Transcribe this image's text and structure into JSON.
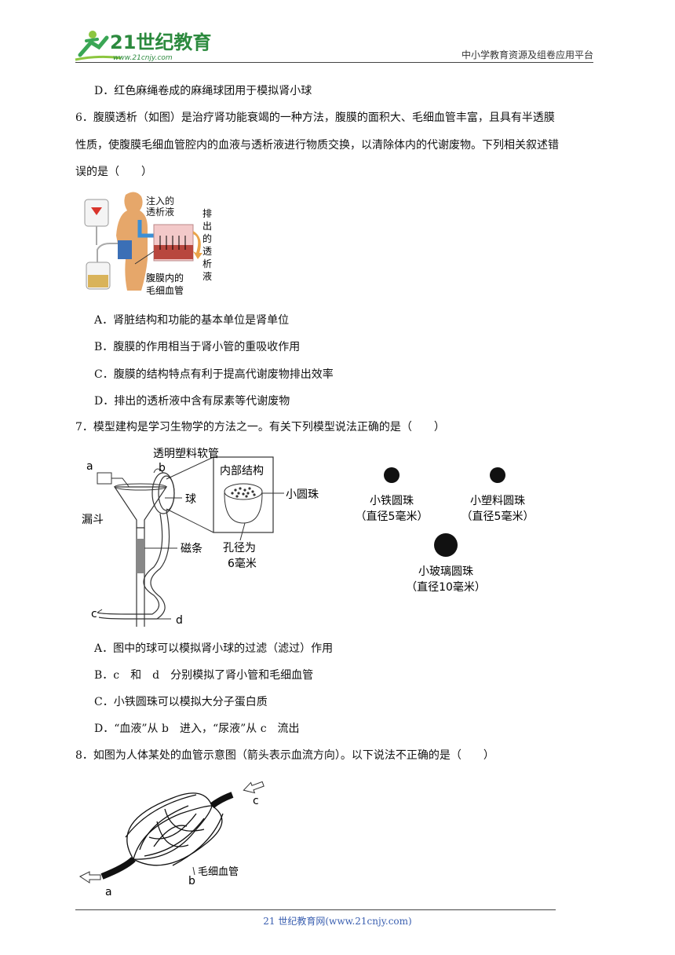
{
  "header": {
    "logo_text": "21世纪教育",
    "logo_url_text": "www.21cnjy.com",
    "platform": "中小学教育资源及组卷应用平台"
  },
  "q5": {
    "optD": "D．红色麻绳卷成的麻绳球团用于模拟肾小球"
  },
  "q6": {
    "stem_l1": "6．腹膜透析（如图）是治疗肾功能衰竭的一种方法，腹膜的面积大、毛细血管丰富，且具有半透膜",
    "stem_l2": "性质，使腹膜毛细血管腔内的血液与透析液进行物质交换，以清除体内的代谢废物。下列相关叙述错",
    "stem_l3": "误的是（　　）",
    "fig": {
      "injected_1": "注入的",
      "injected_2": "透析液",
      "discharged": [
        "排",
        "出",
        "的",
        "透",
        "析",
        "液"
      ],
      "capillary_1": "腹膜内的",
      "capillary_2": "毛细血管"
    },
    "optA": "A．肾脏结构和功能的基本单位是肾单位",
    "optB": "B．腹膜的作用相当于肾小管的重吸收作用",
    "optC": "C．腹膜的结构特点有利于提高代谢废物排出效率",
    "optD": "D．排出的透析液中含有尿素等代谢废物"
  },
  "q7": {
    "stem": "7．模型建构是学习生物学的方法之一。有关下列模型说法正确的是（　　）",
    "fig": {
      "tube": "透明塑料软管",
      "a": "a",
      "b": "b",
      "c": "c",
      "d": "d",
      "inner": "内部结构",
      "ball": "球",
      "small_bead": "小圆珠",
      "funnel": "漏斗",
      "magnet": "磁条",
      "pore_1": "孔径为",
      "pore_2": "6毫米",
      "iron_1": "小铁圆珠",
      "iron_2": "（直径5毫米）",
      "plastic_1": "小塑料圆珠",
      "plastic_2": "（直径5毫米）",
      "glass_1": "小玻璃圆珠",
      "glass_2": "（直径10毫米）"
    },
    "optA": "A．图中的球可以模拟肾小球的过滤（滤过）作用",
    "optB": "B．c　和　d　分别模拟了肾小管和毛细血管",
    "optC": "C．小铁圆珠可以模拟大分子蛋白质",
    "optD": "D．“血液”从 b　进入，“尿液”从 c　流出"
  },
  "q8": {
    "stem": "8．如图为人体某处的血管示意图（箭头表示血流方向）。以下说法不正确的是（　　）",
    "fig": {
      "a": "a",
      "b": "b",
      "c": "c",
      "capillary": "毛细血管"
    }
  },
  "footer": {
    "text": "21 世纪教育网(www.21cnjy.com)"
  }
}
